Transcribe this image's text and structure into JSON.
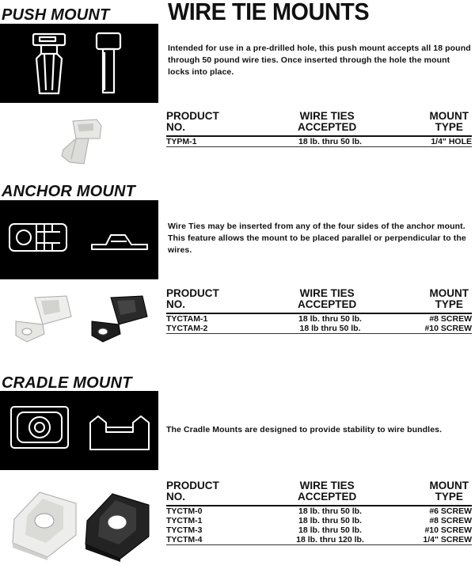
{
  "main_title": "WIRE TIE MOUNTS",
  "table_headers": {
    "product": [
      "PRODUCT",
      "NO."
    ],
    "ties": [
      "WIRE TIES",
      "ACCEPTED"
    ],
    "mount": [
      "MOUNT",
      "TYPE"
    ]
  },
  "sections": [
    {
      "title": "PUSH MOUNT",
      "description": "Intended for use in a pre-drilled hole, this push mount accepts all 18 pound through 50 pound wire ties. Once inserted through the hole the mount locks into place.",
      "rows": [
        {
          "product": "TYPM-1",
          "ties": "18 lb. thru 50 lb.",
          "mount": "1/4\" HOLE"
        }
      ]
    },
    {
      "title": "ANCHOR MOUNT",
      "description": "Wire Ties may be inserted from any of the four sides of the anchor mount. This feature allows the mount to be placed parallel or perpendicular to the wires.",
      "rows": [
        {
          "product": "TYCTAM-1",
          "ties": "18 lb. thru 50 lb.",
          "mount": "#8 SCREW"
        },
        {
          "product": "TYCTAM-2",
          "ties": "18 lb thru 50 lb.",
          "mount": "#10 SCREW"
        }
      ]
    },
    {
      "title": "CRADLE MOUNT",
      "description": "The Cradle Mounts are designed to provide stability to wire bundles.",
      "rows": [
        {
          "product": "TYCTM-0",
          "ties": "18 lb. thru 50 lb.",
          "mount": "#6 SCREW"
        },
        {
          "product": "TYCTM-1",
          "ties": "18 lb. thru 50 lb.",
          "mount": "#8 SCREW"
        },
        {
          "product": "TYCTM-3",
          "ties": "18 lb. thru 50 lb.",
          "mount": "#10 SCREW"
        },
        {
          "product": "TYCTM-4",
          "ties": "18 lb. thru 120 lb.",
          "mount": "1/4\" SCREW"
        }
      ]
    }
  ]
}
